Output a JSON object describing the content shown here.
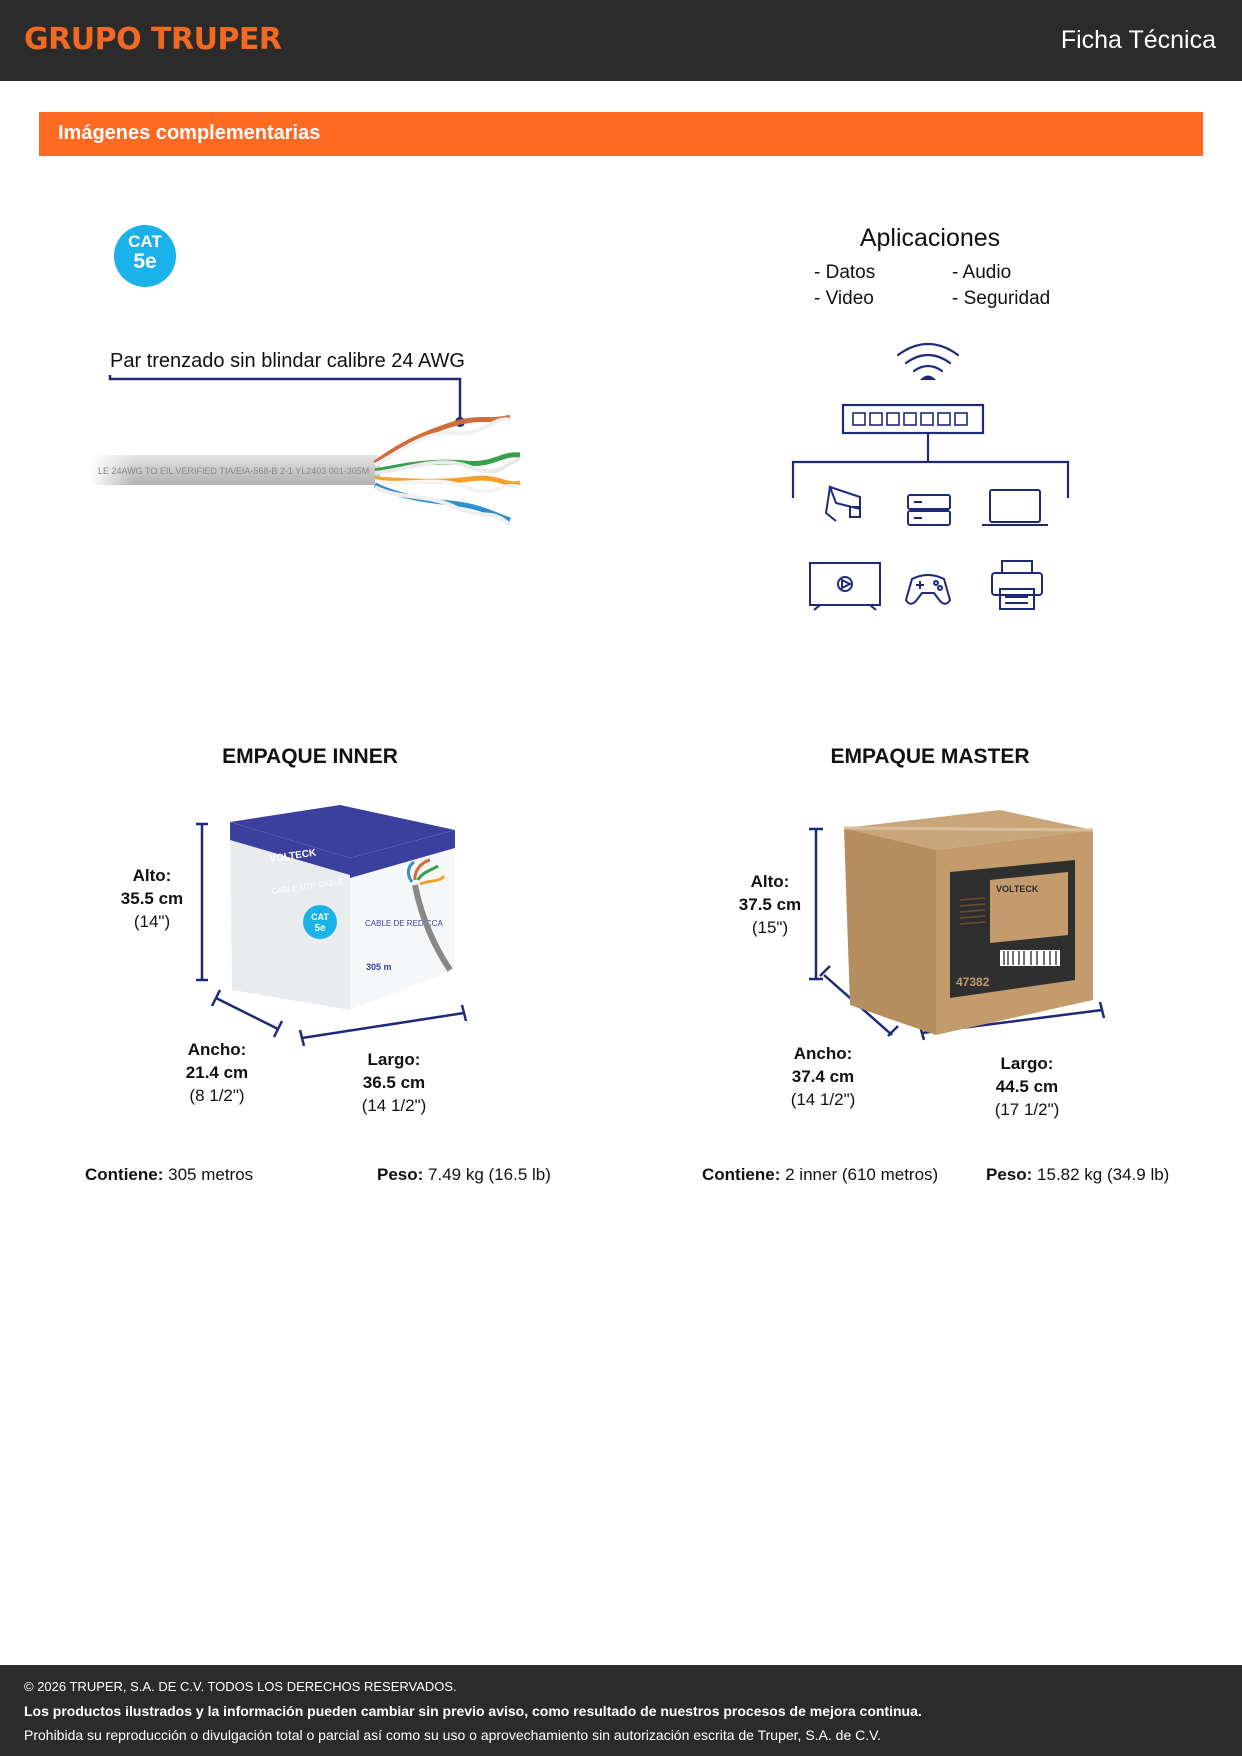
{
  "header": {
    "brand": "GRUPO TRUPER",
    "doc_type": "Ficha Técnica"
  },
  "banner": {
    "title": "Imágenes complementarias"
  },
  "cable": {
    "badge_line1": "CAT",
    "badge_line2": "5e",
    "label": "Par trenzado sin blindar calibre 24 AWG",
    "jacket_print": "LE 24AWG  TO EIL VERIFIED TIA/EIA-568-B 2-1  YL2403  001-305M"
  },
  "applications": {
    "title": "Aplicaciones",
    "items": [
      "- Datos",
      "- Audio",
      "- Video",
      "- Seguridad"
    ]
  },
  "inner": {
    "title": "EMPAQUE INNER",
    "box_brand": "VOLTECK",
    "box_product": "CABLE UTP CABLE",
    "box_cca": "CABLE DE RED CCA",
    "box_length": "305 m",
    "alto_label": "Alto:",
    "alto_cm": "35.5 cm",
    "alto_in": "(14\")",
    "ancho_label": "Ancho:",
    "ancho_cm": "21.4 cm",
    "ancho_in": "(8 1/2\")",
    "largo_label": "Largo:",
    "largo_cm": "36.5 cm",
    "largo_in": "(14 1/2\")",
    "contiene_label": "Contiene:",
    "contiene_value": "305 metros",
    "peso_label": "Peso:",
    "peso_value": "7.49 kg (16.5 lb)"
  },
  "master": {
    "title": "EMPAQUE MASTER",
    "box_brand": "VOLTECK",
    "box_code": "47382",
    "alto_label": "Alto:",
    "alto_cm": "37.5 cm",
    "alto_in": "(15\")",
    "ancho_label": "Ancho:",
    "ancho_cm": "37.4 cm",
    "ancho_in": "(14 1/2\")",
    "largo_label": "Largo:",
    "largo_cm": "44.5 cm",
    "largo_in": "(17 1/2\")",
    "contiene_label": "Contiene:",
    "contiene_value": "2 inner (610 metros)",
    "peso_label": "Peso:",
    "peso_value": "15.82 kg (34.9 lb)"
  },
  "footer": {
    "copyright": "© 2026 TRUPER, S.A. DE C.V. TODOS LOS DERECHOS RESERVADOS.",
    "notice": "Los productos ilustrados y la información pueden cambiar sin previo aviso, como resultado de nuestros procesos de mejora continua.",
    "legal": "Prohibida su reproducción o divulgación total o parcial así como su uso o aprovechamiento sin autorización escrita de Truper, S.A. de C.V."
  },
  "colors": {
    "brand_orange": "#f26a21",
    "banner_orange": "#ff6a21",
    "dark_bar": "#2b2b2b",
    "line_navy": "#1e2a78",
    "badge_cyan": "#1ab2e8"
  }
}
